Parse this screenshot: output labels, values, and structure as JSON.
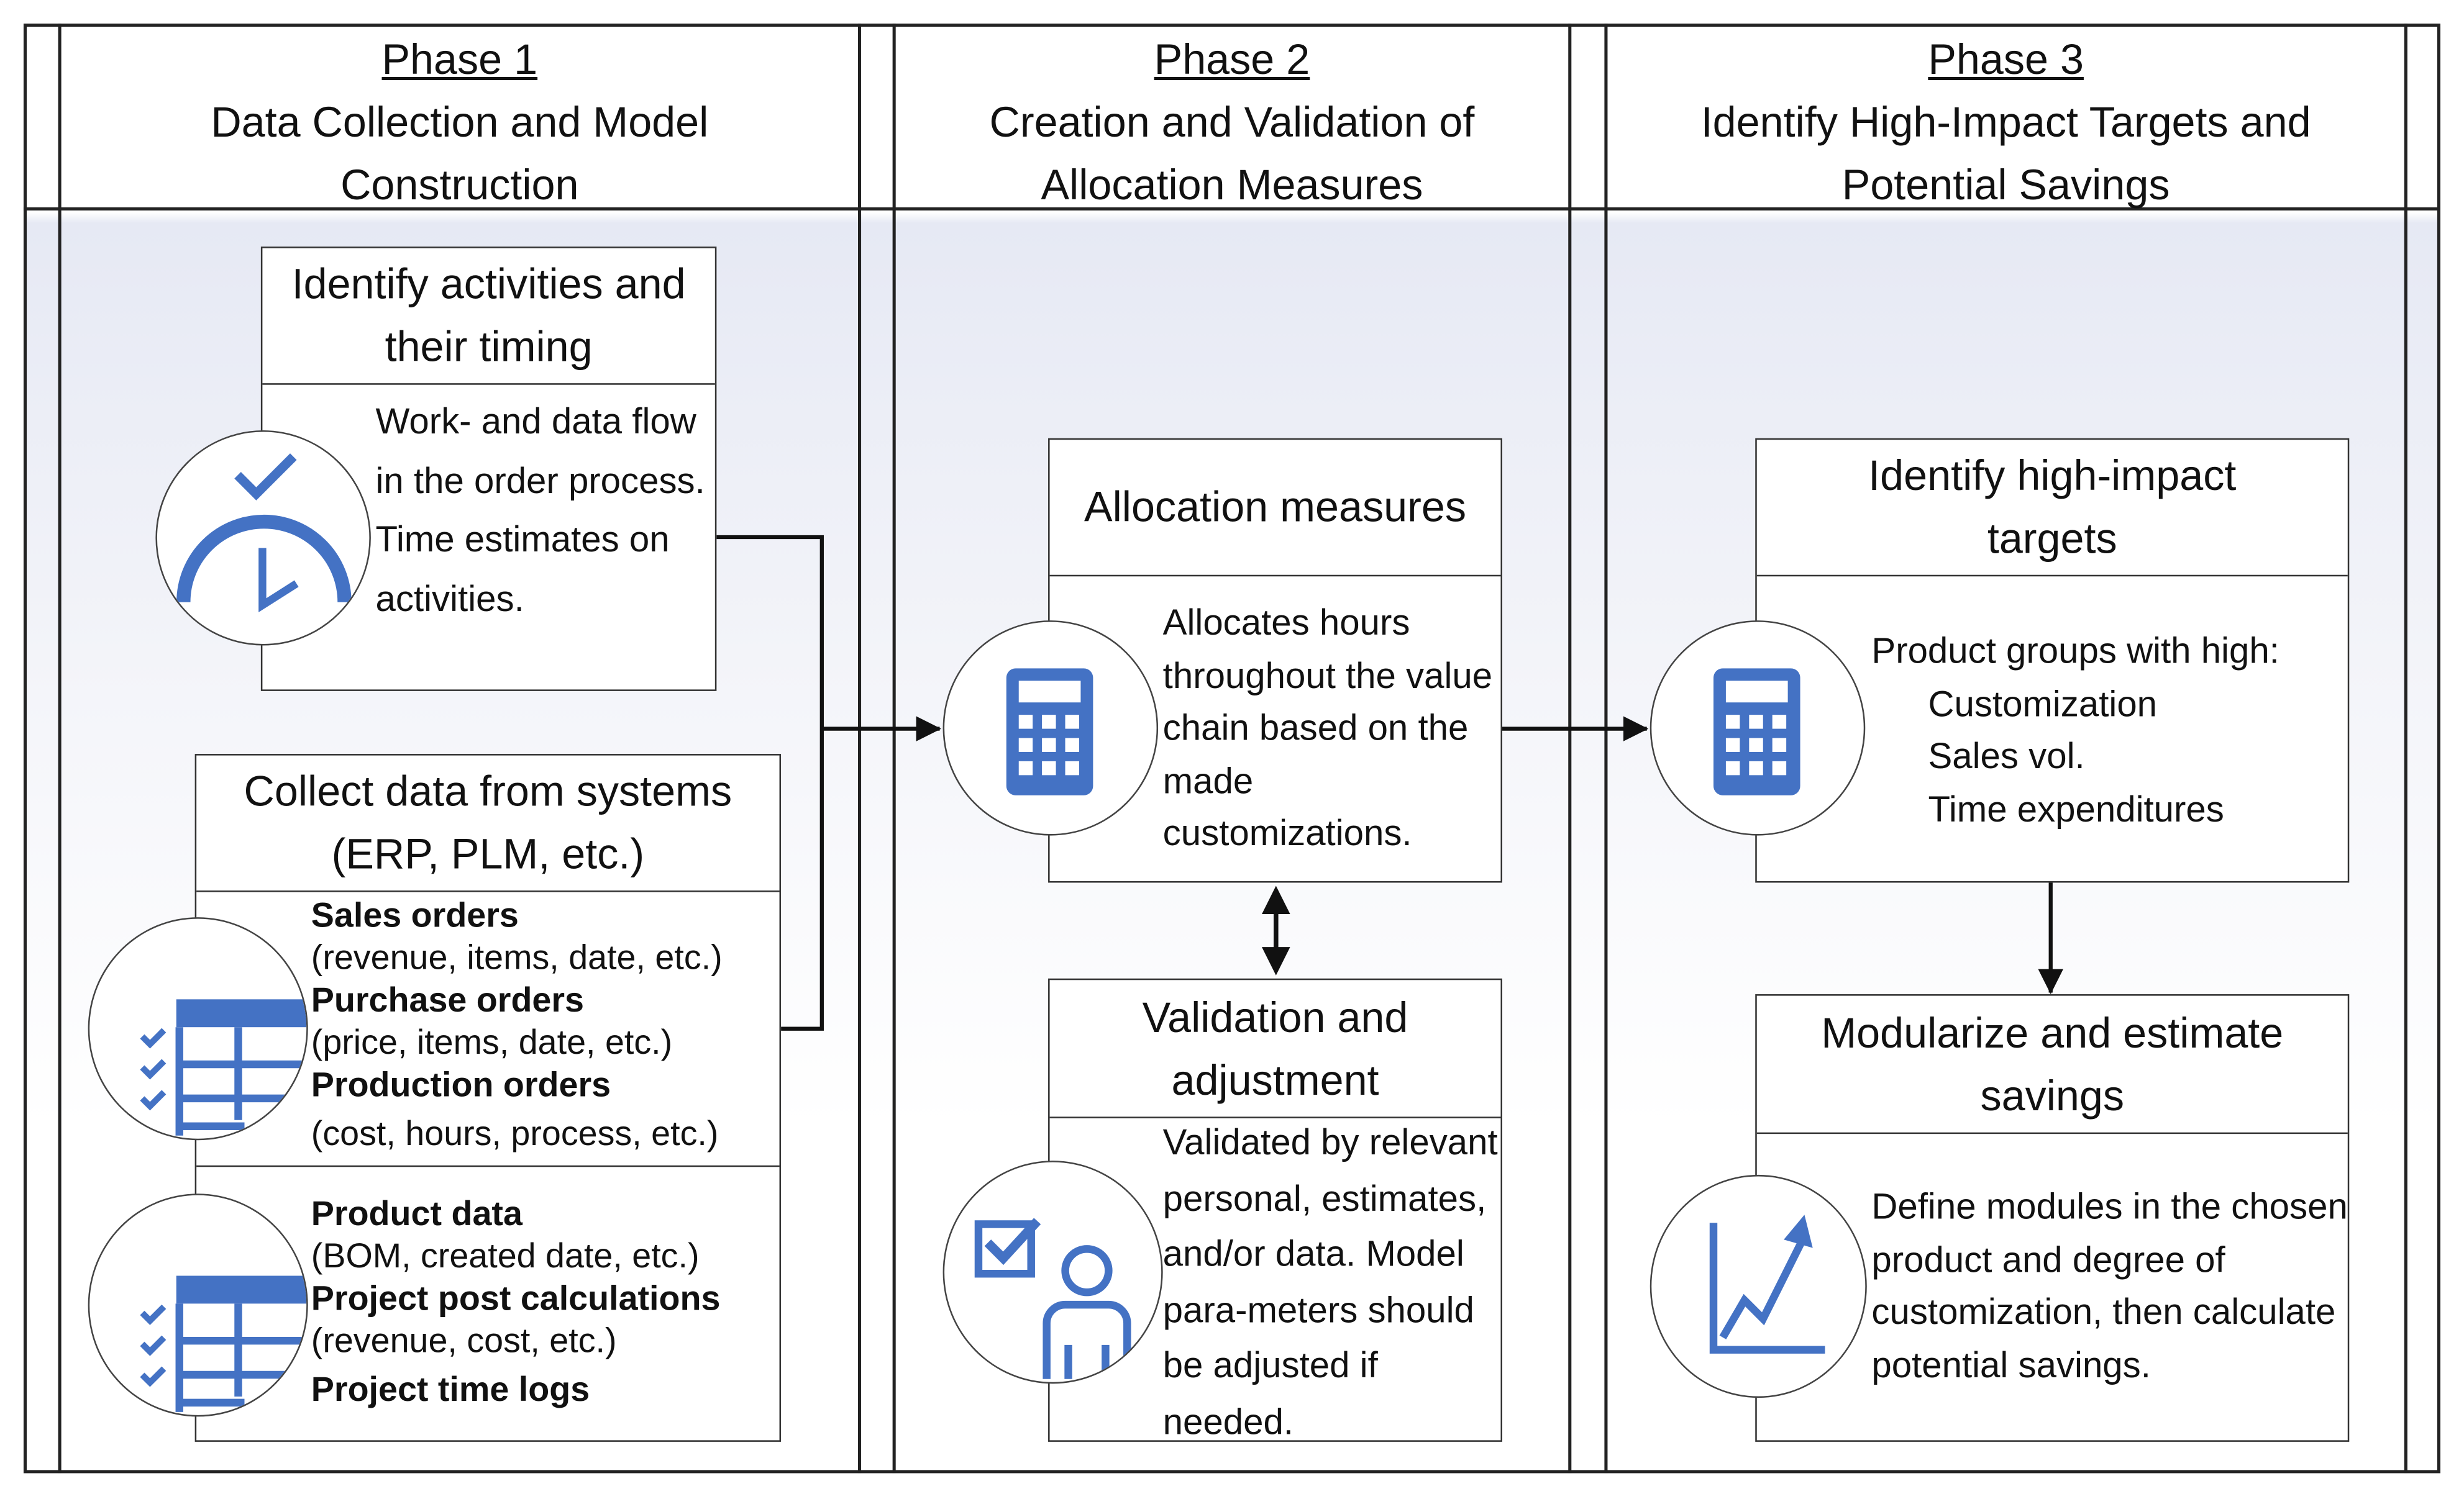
{
  "colors": {
    "accent": "#4472C4",
    "line": "#222222"
  },
  "phases": [
    {
      "label": "Phase 1",
      "title_line1": "Data Collection and Model",
      "title_line2": "Construction"
    },
    {
      "label": "Phase 2",
      "title_line1": "Creation and Validation of",
      "title_line2": "Allocation Measures"
    },
    {
      "label": "Phase 3",
      "title_line1": "Identify High-Impact Targets and",
      "title_line2": "Potential Savings"
    }
  ],
  "boxes": {
    "activities": {
      "title": "Identify activities and their timing",
      "text": "Work- and data flow in the order process. Time estimates on activities.",
      "icon": "clock-check-icon"
    },
    "collect": {
      "title": "Collect data from systems (ERP, PLM, etc.)",
      "icon": "table-checklist-icon",
      "group1": [
        {
          "bold": "Sales orders",
          "detail": "(revenue, items, date, etc.)"
        },
        {
          "bold": "Purchase orders",
          "detail": "(price, items, date, etc.)"
        },
        {
          "bold": "Production orders",
          "detail": "(cost, hours, process, etc.)"
        }
      ],
      "group2": [
        {
          "bold": "Product data",
          "detail": "(BOM, created date, etc.)"
        },
        {
          "bold": "Project post calculations",
          "detail": "(revenue, cost, etc.)"
        },
        {
          "bold": "Project time logs",
          "detail": ""
        }
      ]
    },
    "allocation": {
      "title": "Allocation measures",
      "text": "Allocates hours throughout the value chain based on the made customizations.",
      "icon": "calculator-icon"
    },
    "validation": {
      "title": "Validation and adjustment",
      "text": "Validated by relevant personal, estimates, and/or data. Model para-meters should be adjusted if needed.",
      "icon": "person-checkbox-icon"
    },
    "targets": {
      "title": "Identify high-impact targets",
      "intro": "Product groups with high:",
      "items": [
        "Customization",
        "Sales vol.",
        "Time expenditures"
      ],
      "icon": "calculator-icon"
    },
    "modularize": {
      "title": "Modularize and estimate savings",
      "text": "Define modules in the chosen product and degree of customization, then calculate potential savings.",
      "icon": "trend-chart-icon"
    }
  }
}
